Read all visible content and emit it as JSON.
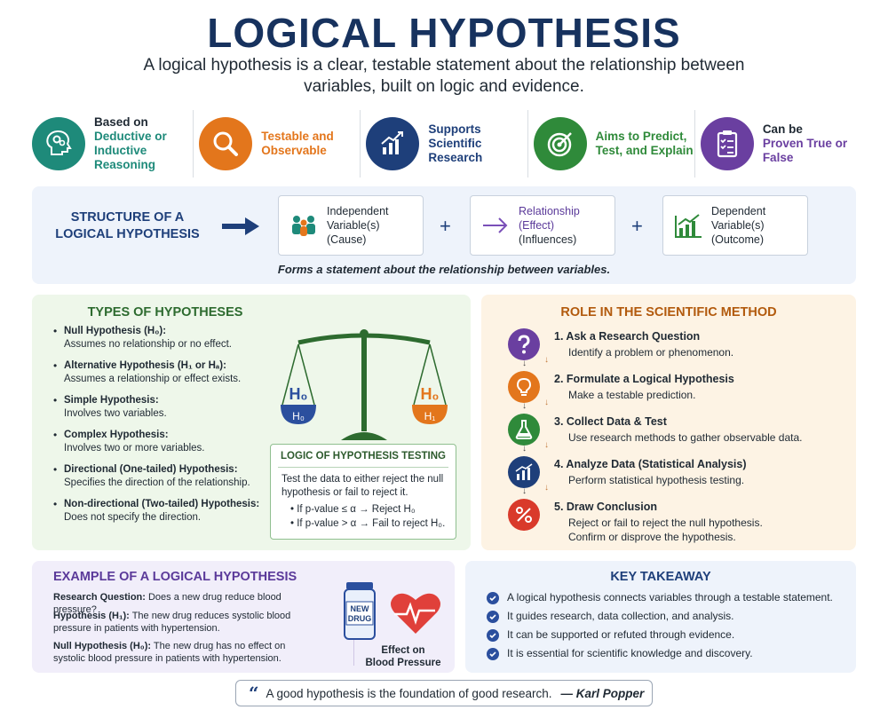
{
  "title": "LOGICAL HYPOTHESIS",
  "subtitle": "A logical hypothesis is a clear, testable statement about the relationship between variables, built on logic and evidence.",
  "features": [
    {
      "dark": "Based on",
      "colored": "Deductive or Inductive Reasoning",
      "color": "#1e8a7a",
      "icon": "head-gears-icon"
    },
    {
      "dark": "",
      "colored": "Testable and Observable",
      "color": "#e3761c",
      "icon": "magnifier-icon"
    },
    {
      "dark": "",
      "colored": "Supports Scientific Research",
      "color": "#1e3f7a",
      "icon": "growth-chart-icon"
    },
    {
      "dark": "",
      "colored": "Aims to Predict, Test, and Explain",
      "color": "#2f8a3a",
      "icon": "target-icon"
    },
    {
      "dark": "Can be",
      "colored": "Proven True or False",
      "color": "#6a3fa0",
      "icon": "checklist-icon"
    }
  ],
  "structure": {
    "title": "STRUCTURE OF A LOGICAL HYPOTHESIS",
    "boxes": [
      {
        "line1": "Independent",
        "line2": "Variable(s)",
        "line3": "(Cause)"
      },
      {
        "line1": "Relationship",
        "line2": "(Effect)",
        "line3": "(Influences)"
      },
      {
        "line1": "Dependent",
        "line2": "Variable(s)",
        "line3": "(Outcome)"
      }
    ],
    "plus": "+",
    "note": "Forms a statement about the relationship between variables."
  },
  "types": {
    "title": "TYPES OF HYPOTHESES",
    "items": [
      {
        "name": "Null Hypothesis (H₀):",
        "desc": "Assumes no relationship or no effect."
      },
      {
        "name": "Alternative Hypothesis (H₁ or Hₐ):",
        "desc": "Assumes a relationship or effect exists."
      },
      {
        "name": "Simple Hypothesis:",
        "desc": "Involves two variables."
      },
      {
        "name": "Complex Hypothesis:",
        "desc": "Involves two or more variables."
      },
      {
        "name": "Directional (One-tailed) Hypothesis:",
        "desc": "Specifies the direction of the relationship."
      },
      {
        "name": "Non-directional (Two-tailed) Hypothesis:",
        "desc": "Does not specify the direction."
      }
    ],
    "scale_left_top": "H₀",
    "scale_left_pan": "H₀",
    "scale_right_top": "H₀",
    "scale_right_pan": "H₁",
    "logic_title": "LOGIC OF HYPOTHESIS TESTING",
    "logic_text": "Test the data to either reject the null hypothesis or fail to reject it.",
    "logic_rules": [
      "•  If p-value ≤ α → Reject H₀",
      "•  If p-value > α → Fail to reject H₀."
    ]
  },
  "role": {
    "title": "ROLE IN THE SCIENTIFIC METHOD",
    "steps": [
      {
        "title": "1.  Ask a Research Question",
        "desc": "Identify a problem or phenomenon.",
        "color": "#6a3fa0",
        "icon": "question-icon"
      },
      {
        "title": "2.  Formulate a Logical Hypothesis",
        "desc": "Make a testable prediction.",
        "color": "#e3761c",
        "icon": "lightbulb-icon"
      },
      {
        "title": "3.  Collect Data & Test",
        "desc": "Use research methods to gather observable data.",
        "color": "#2f8a3a",
        "icon": "flask-icon"
      },
      {
        "title": "4.  Analyze Data (Statistical Analysis)",
        "desc": "Perform statistical hypothesis testing.",
        "color": "#1e3f7a",
        "icon": "chart-icon"
      },
      {
        "title": "5.  Draw Conclusion",
        "desc": "Reject or fail to reject the null hypothesis.",
        "desc2": "Confirm or disprove the hypothesis.",
        "color": "#d93a2b",
        "icon": "percent-icon"
      }
    ],
    "arrow": "↓"
  },
  "example": {
    "title": "EXAMPLE OF A LOGICAL HYPOTHESIS",
    "rq_label": "Research Question:",
    "rq_text": " Does a new drug reduce blood pressure?",
    "h1_label": "Hypothesis (H₁):",
    "h1_text": " The new drug reduces systolic blood pressure in patients with hypertension.",
    "h0_label": "Null Hypothesis (H₀):",
    "h0_text": " The new drug has no effect on systolic blood pressure in patients with hypertension.",
    "bottle_label_1": "NEW",
    "bottle_label_2": "DRUG",
    "effect_1": "Effect on",
    "effect_2": "Blood Pressure"
  },
  "takeaway": {
    "title": "KEY TAKEAWAY",
    "items": [
      "A logical hypothesis connects variables through a testable statement.",
      "It guides research, data collection, and analysis.",
      "It can be supported or refuted through evidence.",
      "It is essential for scientific knowledge and discovery."
    ]
  },
  "quote": {
    "mark": "“",
    "text": "A good hypothesis is the foundation of good research.",
    "author": "— Karl Popper"
  }
}
